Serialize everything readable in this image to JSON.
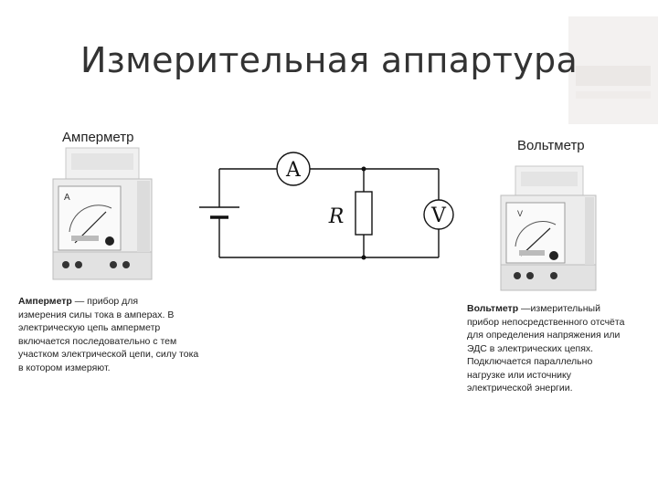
{
  "title": "Измерительная аппартура",
  "ammeter": {
    "label": "Амперметр",
    "dial_letter": "A",
    "desc_term": "Амперметр",
    "desc_lines": [
      " — прибор для",
      "измерения силы тока в амперах. В",
      "электрическую цепь амперметр",
      "включается последовательно с тем",
      "участком электрической цепи, силу тока",
      "в котором измеряют."
    ]
  },
  "voltmeter": {
    "label": "Вольтметр",
    "dial_letter": "V",
    "desc_term": "Вольтметр",
    "desc_lines": [
      " —измерительный",
      "прибор непосредственного отсчёта",
      "для определения напряжения или",
      "ЭДС в электрических цепях.",
      "Подключается параллельно",
      "нагрузке или источнику",
      "электрической энергии."
    ]
  },
  "circuit": {
    "ammeter_symbol": "A",
    "voltmeter_symbol": "V",
    "resistor_symbol": "R"
  },
  "colors": {
    "logo_bg": "#f3f1f0",
    "device_body": "#e9e9e9",
    "wire": "#111111"
  }
}
